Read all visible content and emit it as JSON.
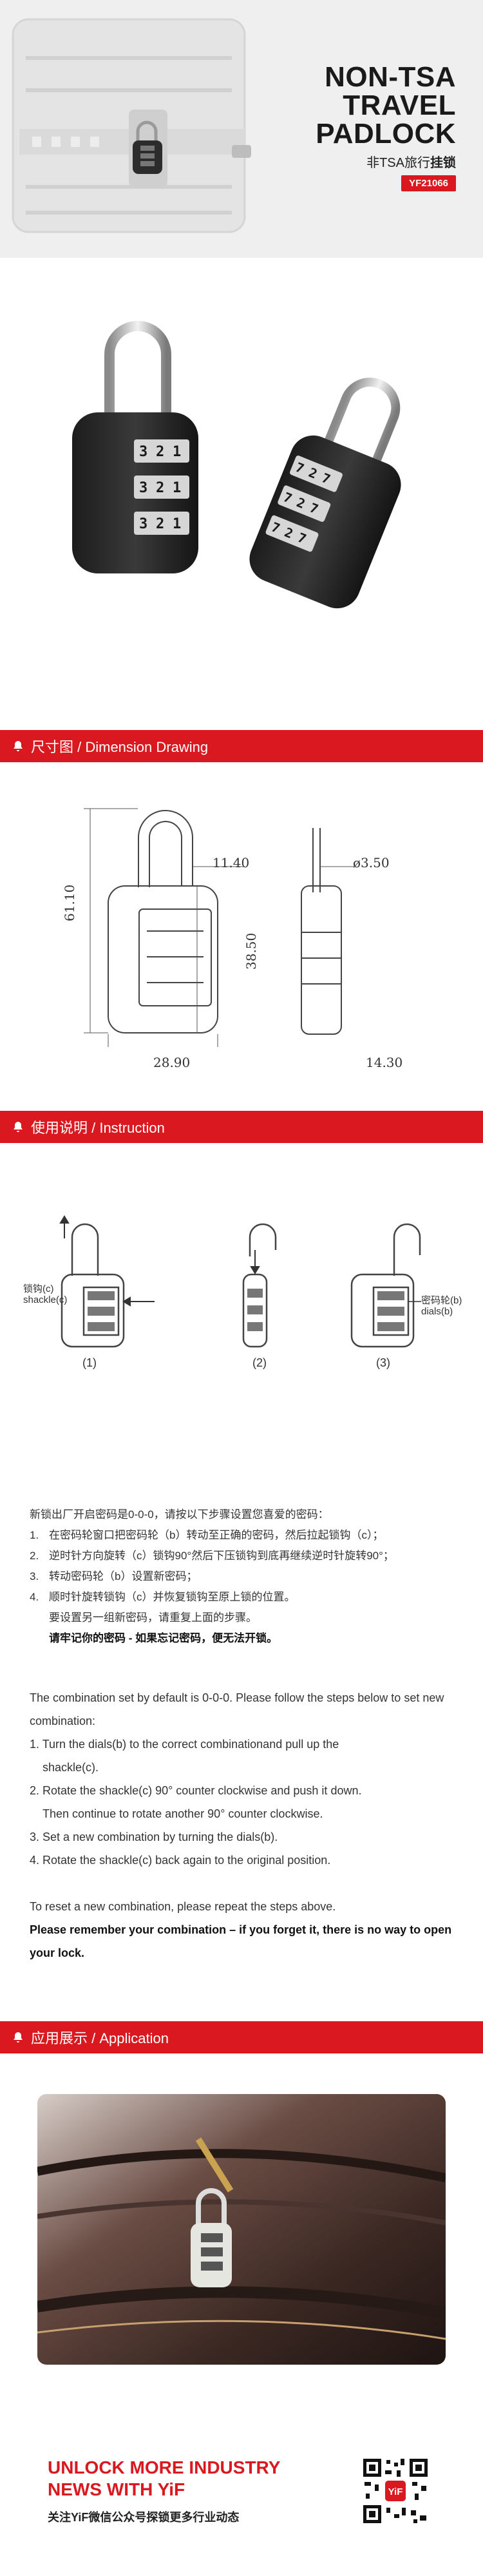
{
  "hero": {
    "title_lines": [
      "NON-TSA",
      "TRAVEL",
      "PADLOCK"
    ],
    "subtitle_prefix": "非TSA旅行",
    "subtitle_bold": "挂锁",
    "model": "YF21066"
  },
  "sections": {
    "dimension": "尺寸图 / Dimension Drawing",
    "instruction": "使用说明 / Instruction",
    "application": "应用展示 / Application"
  },
  "dimensions": {
    "shackle_width": "11.40",
    "shackle_dia": "ø3.50",
    "total_height": "61.10",
    "body_height": "38.50",
    "body_width": "28.90",
    "body_depth": "14.30"
  },
  "instruction_figs": {
    "label_shackle": "锁钩(c)\nshackle(c)",
    "label_dials": "密码轮(b)\ndials(b)",
    "captions": [
      "(1)",
      "(2)",
      "(3)"
    ]
  },
  "cn_text": {
    "intro": "新锁出厂开启密码是0-0-0，请按以下步骤设置您喜爱的密码：",
    "steps": [
      {
        "num": "1.",
        "text": "在密码轮窗口把密码轮（b）转动至正确的密码，然后拉起锁钩（c）；"
      },
      {
        "num": "2.",
        "text": "逆时针方向旋转（c）锁钩90°然后下压锁钩到底再继续逆时针旋转90°；"
      },
      {
        "num": "3.",
        "text": "转动密码轮（b）设置新密码；"
      },
      {
        "num": "4.",
        "text": "顺时针旋转锁钩（c）并恢复锁钩至原上锁的位置。"
      }
    ],
    "reset": "要设置另一组新密码，请重复上面的步骤。",
    "warning": "请牢记你的密码 - 如果忘记密码，便无法开锁。"
  },
  "en_text": {
    "intro": "The combination set by default is 0-0-0. Please follow the steps below to set new combination:",
    "step1a": "1. Turn the dials(b) to the correct combinationand pull up the",
    "step1b": "shackle(c).",
    "step2a": "2. Rotate the shackle(c) 90° counter clockwise and push it down.",
    "step2b": "Then continue to rotate another 90° counter clockwise.",
    "step3": "3. Set a new combination by turning the dials(b).",
    "step4": "4. Rotate the shackle(c) back again to the original position.",
    "reset": "To reset a new combination, please repeat the steps above.",
    "warning": "Please remember your combination – if you forget it, there is no way to open your lock."
  },
  "footer": {
    "title_line1": "UNLOCK MORE INDUSTRY",
    "title_line2": "NEWS WITH YiF",
    "subtitle": "关注YiF微信公众号探锁更多行业动态",
    "qr_caption": "YiF"
  },
  "colors": {
    "accent": "#d9191f",
    "hero_bg": "#efefef"
  }
}
